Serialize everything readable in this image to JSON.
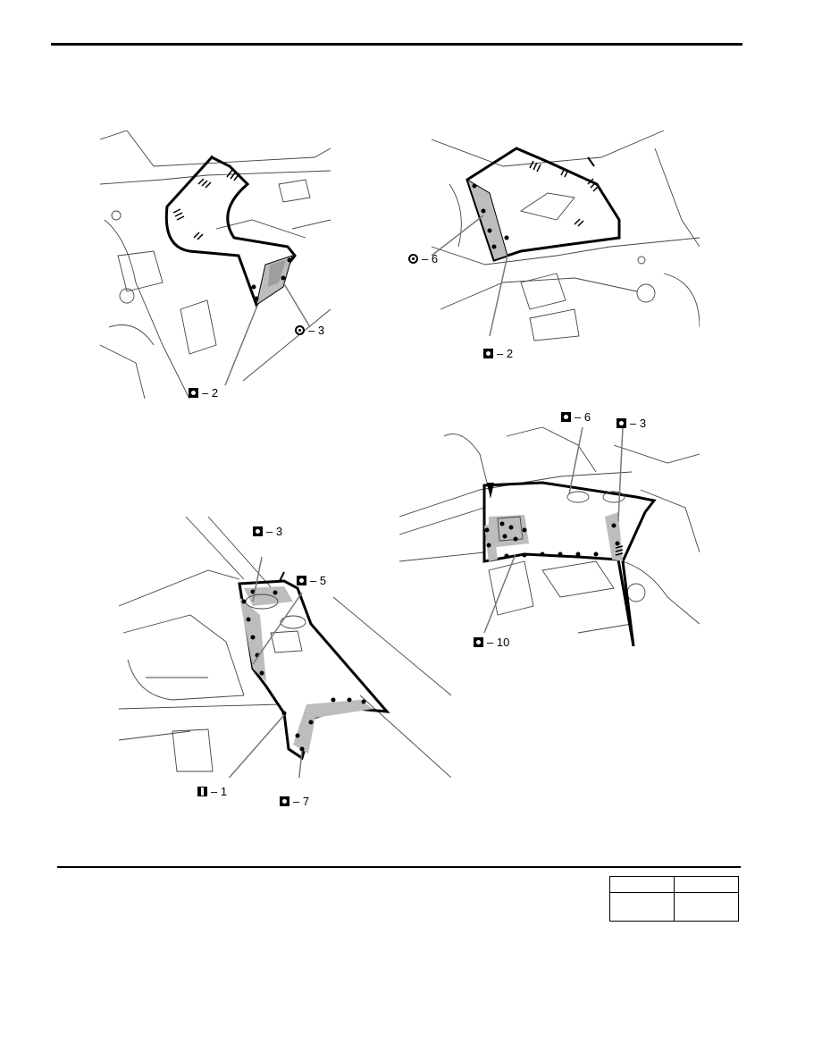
{
  "figures": [
    {
      "callouts": [
        {
          "symbol": "square",
          "symbol_icon": "spot-weld-square-icon",
          "label": "– 2"
        },
        {
          "symbol": "circle",
          "symbol_icon": "spot-weld-circle-icon",
          "label": "– 3"
        }
      ]
    },
    {
      "callouts": [
        {
          "symbol": "circle",
          "symbol_icon": "spot-weld-circle-icon",
          "label": "– 6"
        },
        {
          "symbol": "square",
          "symbol_icon": "spot-weld-square-icon",
          "label": "– 2"
        }
      ]
    },
    {
      "callouts": [
        {
          "symbol": "square",
          "symbol_icon": "spot-weld-square-icon",
          "label": "– 3"
        },
        {
          "symbol": "square",
          "symbol_icon": "spot-weld-square-icon",
          "label": "– 5"
        },
        {
          "symbol": "ibeam",
          "symbol_icon": "weld-i-icon",
          "label": "– 1"
        },
        {
          "symbol": "square",
          "symbol_icon": "spot-weld-square-icon",
          "label": "– 7"
        }
      ]
    },
    {
      "callouts": [
        {
          "symbol": "square",
          "symbol_icon": "spot-weld-square-icon",
          "label": "– 6"
        },
        {
          "symbol": "square",
          "symbol_icon": "spot-weld-square-icon",
          "label": "– 3"
        },
        {
          "symbol": "square",
          "symbol_icon": "spot-weld-square-icon",
          "label": "– 10"
        }
      ]
    }
  ],
  "footer_table": {
    "cells": [
      "",
      "",
      "",
      ""
    ]
  },
  "colors": {
    "ink": "#000000",
    "shade": "#bdbdbd",
    "paper": "#ffffff"
  }
}
